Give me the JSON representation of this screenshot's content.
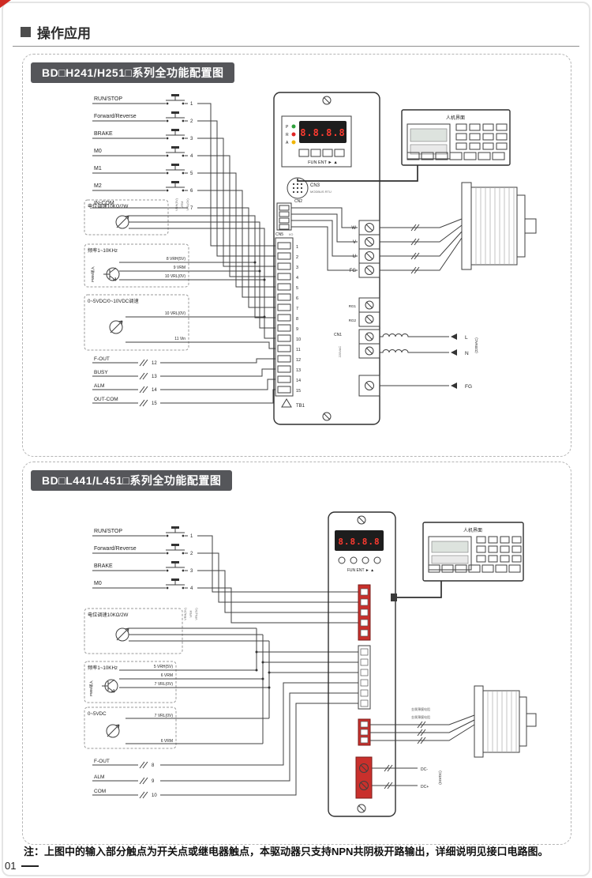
{
  "page": {
    "header_title": "操作应用",
    "note": "注：上图中的输入部分触点为开关点或继电器触点，本驱动器只支持NPN共阴极开路输出，详细说明见接口电路图。",
    "page_number": "01"
  },
  "d1": {
    "title": "BD□H241/H251□系列全功能配置图",
    "inputs": [
      {
        "label": "RUN/STOP",
        "pin": "1"
      },
      {
        "label": "Forward/Reverse",
        "pin": "2"
      },
      {
        "label": "BRAKE",
        "pin": "3"
      },
      {
        "label": "M0",
        "pin": "4"
      },
      {
        "label": "M1",
        "pin": "5"
      },
      {
        "label": "M2",
        "pin": "6"
      },
      {
        "label": "IN-COM",
        "pin": "7"
      }
    ],
    "pot_label": "电位调速10KΩ/2W",
    "net_labels": [
      "VRH(5V)",
      "VRM",
      "VRL(0V)"
    ],
    "freq_label": "频率1~10KHz",
    "pwm_label": "PWM输入",
    "freq_pins": [
      "8 VRH(5V)",
      "9 VRM",
      "10 VRL(0V)"
    ],
    "analog_label": "0~5VDC/0~10VDC调速",
    "analog_pins": [
      "10 VRL(0V)",
      "11 Vin"
    ],
    "outputs": [
      {
        "label": "F-OUT",
        "pin": "12"
      },
      {
        "label": "BUSY",
        "pin": "13"
      },
      {
        "label": "ALM",
        "pin": "14"
      },
      {
        "label": "OUT-COM",
        "pin": "15"
      }
    ],
    "driver": {
      "display": "8.8.8.8",
      "led_labels": [
        "P",
        "R",
        "A"
      ],
      "buttons": "FUN ENT ► ▲",
      "cn3": "CN3",
      "cn3_sub": "MODBUS RTU",
      "cn2": "CN2",
      "cn5": "CN5",
      "cn5_sub": "I/O",
      "cn1": "CN1",
      "cn1_sub": "220VAC",
      "tb1": "TB1",
      "rg1": "RG1",
      "rg2": "RG2",
      "io_pins": [
        "1",
        "2",
        "3",
        "4",
        "5",
        "6",
        "7",
        "8",
        "9",
        "10",
        "11",
        "12",
        "13",
        "14",
        "15"
      ]
    },
    "motor_terminals": [
      "W",
      "V",
      "U",
      "FG"
    ],
    "power": {
      "l": "L",
      "n": "N",
      "volt": "(220VAC)",
      "fg": "FG"
    },
    "hmi_title": "人机界面"
  },
  "d2": {
    "title": "BD□L441/L451□系列全功能配置图",
    "inputs": [
      {
        "label": "RUN/STOP",
        "pin": "1"
      },
      {
        "label": "Forward/Reverse",
        "pin": "2"
      },
      {
        "label": "BRAKE",
        "pin": "3"
      },
      {
        "label": "M0",
        "pin": "4"
      }
    ],
    "pot_label": "电位调速10KΩ/2W",
    "net_labels": [
      "VRH(5V)",
      "VRM",
      "VRL(0V)"
    ],
    "freq_label": "频率1~10KHz",
    "pwm_label": "PWM输入",
    "freq_pins": [
      "5 VRH(5V)",
      "6 VRM",
      "7 VRL(0V)"
    ],
    "analog_label": "0~5VDC",
    "analog_pins": [
      "7 VRL(0V)",
      "6 VRM"
    ],
    "outputs": [
      {
        "label": "F-OUT",
        "pin": "8"
      },
      {
        "label": "ALM",
        "pin": "9"
      },
      {
        "label": "COM",
        "pin": "10"
      }
    ],
    "driver": {
      "display": "8.8.8.8",
      "buttons": "FUN ENT ► ▲"
    },
    "film_labels": [
      "金属薄膜电阻",
      "金属薄膜电阻"
    ],
    "dc": {
      "minus": "DC-",
      "plus": "DC+",
      "volt": "(24VDC)"
    },
    "hmi_title": "人机界面"
  }
}
